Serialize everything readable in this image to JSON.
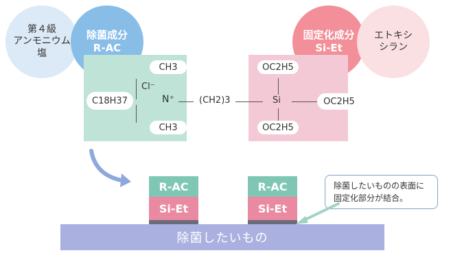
{
  "circles": {
    "quat_line1": "第４級",
    "quat_line2": "アンモニウム",
    "quat_line3": "塩",
    "rac_line1": "除菌成分",
    "rac_line2": "R-AC",
    "siet_line1": "固定化成分",
    "siet_line2": "Si-Et",
    "etoxy_line1": "エトキシ",
    "etoxy_line2": "シラン"
  },
  "molecule": {
    "ch3_top": "CH3",
    "ch3_bottom": "CH3",
    "c18h37": "C18H37",
    "cl": "Cl⁻",
    "nplus": "N⁺",
    "chain": "(CH2)3",
    "si": "Si",
    "oc2h5_top": "OC2H5",
    "oc2h5_right": "OC2H5",
    "oc2h5_bottom": "OC2H5"
  },
  "bound": {
    "rac_label": "R-AC",
    "siet_label": "Si-Et"
  },
  "surface_label": "除菌したいもの",
  "callout": {
    "line1": "除菌したいものの表面に",
    "line2": "固定化部分が結合。"
  },
  "colors": {
    "rac": "#88bde8",
    "siet": "#f28f99",
    "green_block": "#7fc7b4",
    "pink_block": "#e98aa2",
    "surface": "#aab0df"
  }
}
